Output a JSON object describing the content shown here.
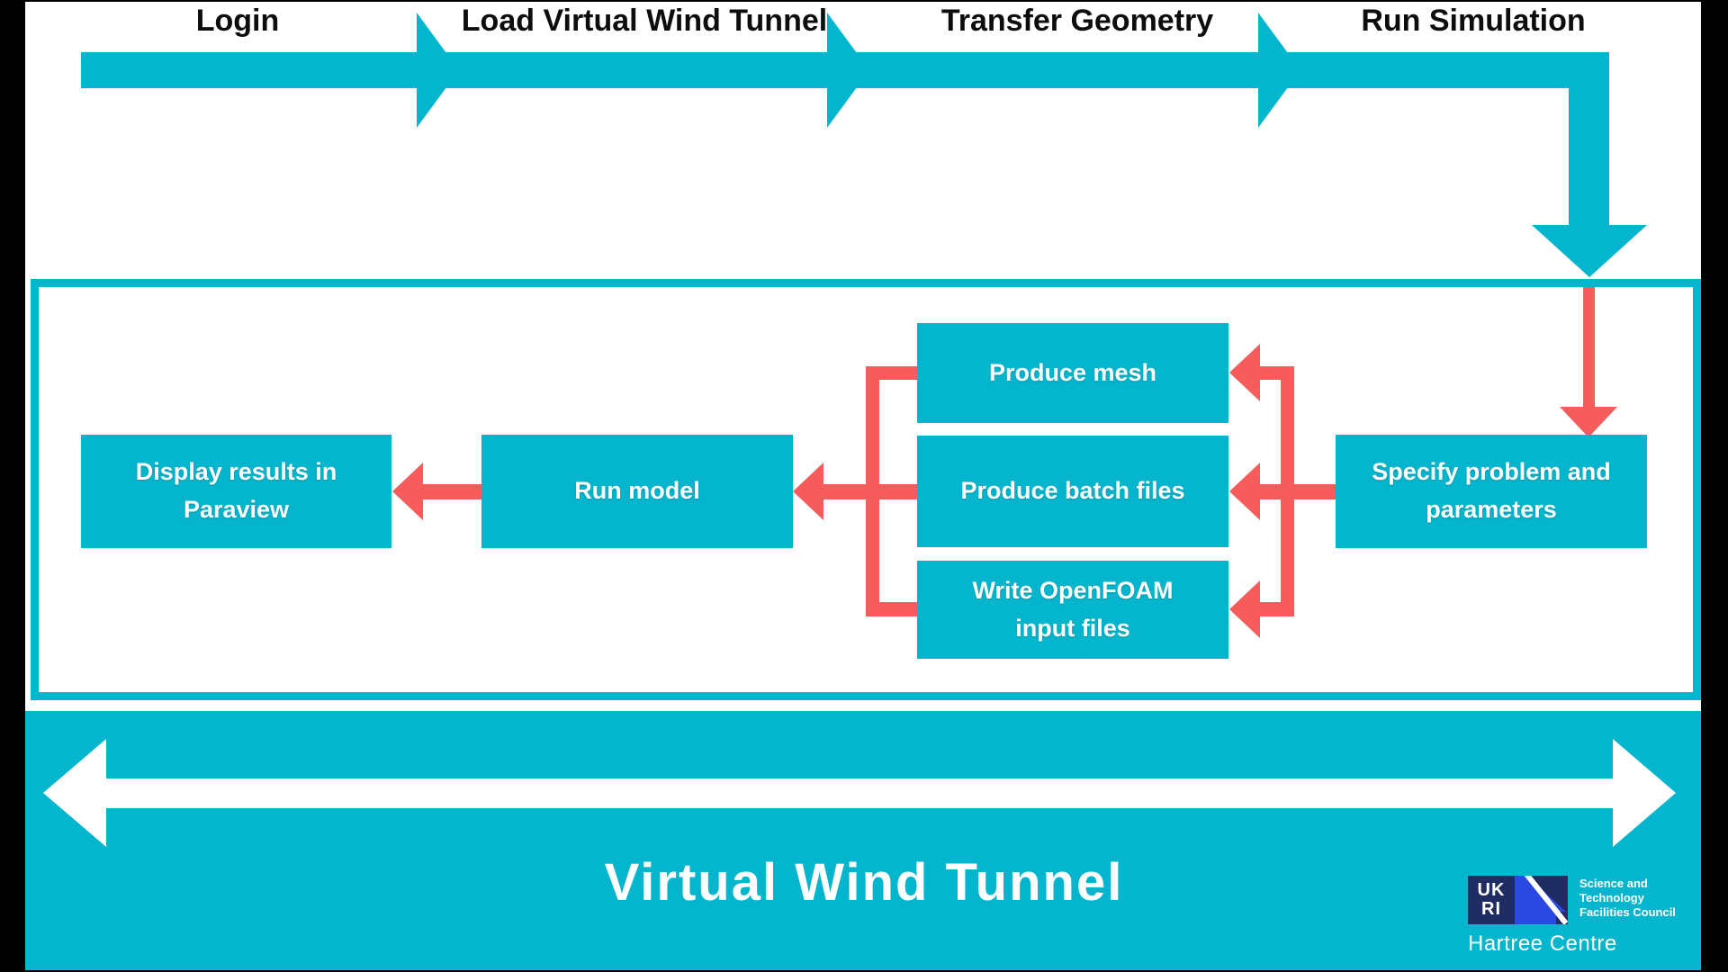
{
  "colors": {
    "teal": "#04b6cd",
    "red": "#f75c5c",
    "navy": "#1f2c62",
    "blue": "#2b48e0"
  },
  "top_flow": {
    "steps": [
      {
        "label": "Login"
      },
      {
        "label": "Load Virtual Wind Tunnel"
      },
      {
        "label": "Transfer Geometry"
      },
      {
        "label": "Run Simulation"
      }
    ]
  },
  "workflow": {
    "boxes": [
      {
        "label": "Display results in Paraview"
      },
      {
        "label": "Run model"
      },
      {
        "label": "Produce mesh"
      },
      {
        "label": "Produce batch files"
      },
      {
        "label": "Write OpenFOAM input files"
      },
      {
        "label": "Specify problem and parameters"
      }
    ]
  },
  "footer": {
    "title": "Virtual Wind Tunnel",
    "logo": {
      "ukri_line1": "UK",
      "ukri_line2": "RI",
      "council": [
        "Science and",
        "Technology",
        "Facilities Council"
      ],
      "org": "Hartree Centre"
    }
  }
}
